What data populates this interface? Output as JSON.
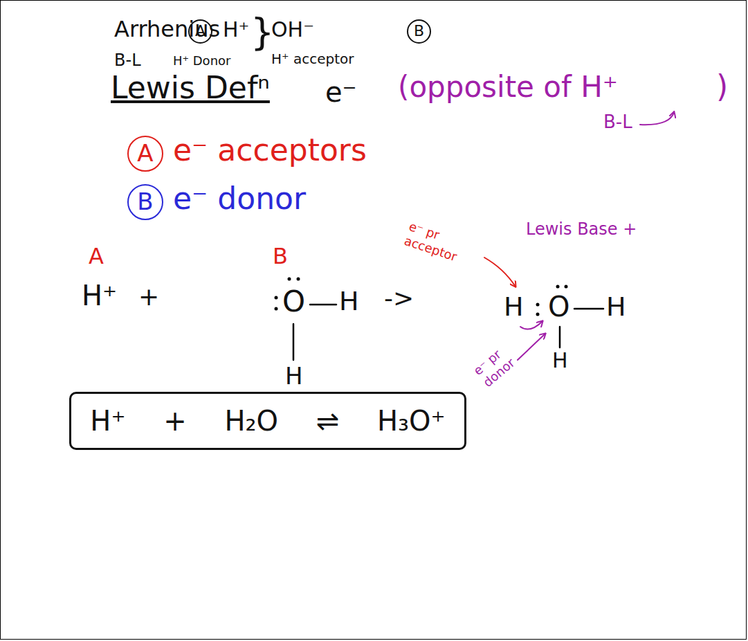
{
  "diagram": {
    "nodes": [
      {
        "text": [
          "A"
        ]
      },
      {
        "text": [
          "B"
        ]
      },
      {
        "text": [
          "A"
        ]
      },
      {
        "text": [
          "B"
        ]
      },
      {
        "text": [
          "H⁺ + H₂O ⇌ H₃O⁺"
        ]
      }
    ],
    "labels": [
      "Arrhenius",
      "H⁺",
      "}",
      "OH⁻",
      "B-L",
      "H⁺ Donor",
      "H⁺ acceptor",
      "Lewis Defⁿ",
      "e⁻",
      "(opposite of H⁺",
      ")",
      "B-L",
      "e⁻ acceptors",
      "e⁻ donor",
      "e⁻ pr acceptor",
      "Lewis Base +",
      "A",
      "B",
      "H⁺",
      "+",
      "O",
      "H",
      "H",
      "->",
      "H",
      "O",
      "H",
      "H",
      "e⁻ pr donor"
    ]
  }
}
